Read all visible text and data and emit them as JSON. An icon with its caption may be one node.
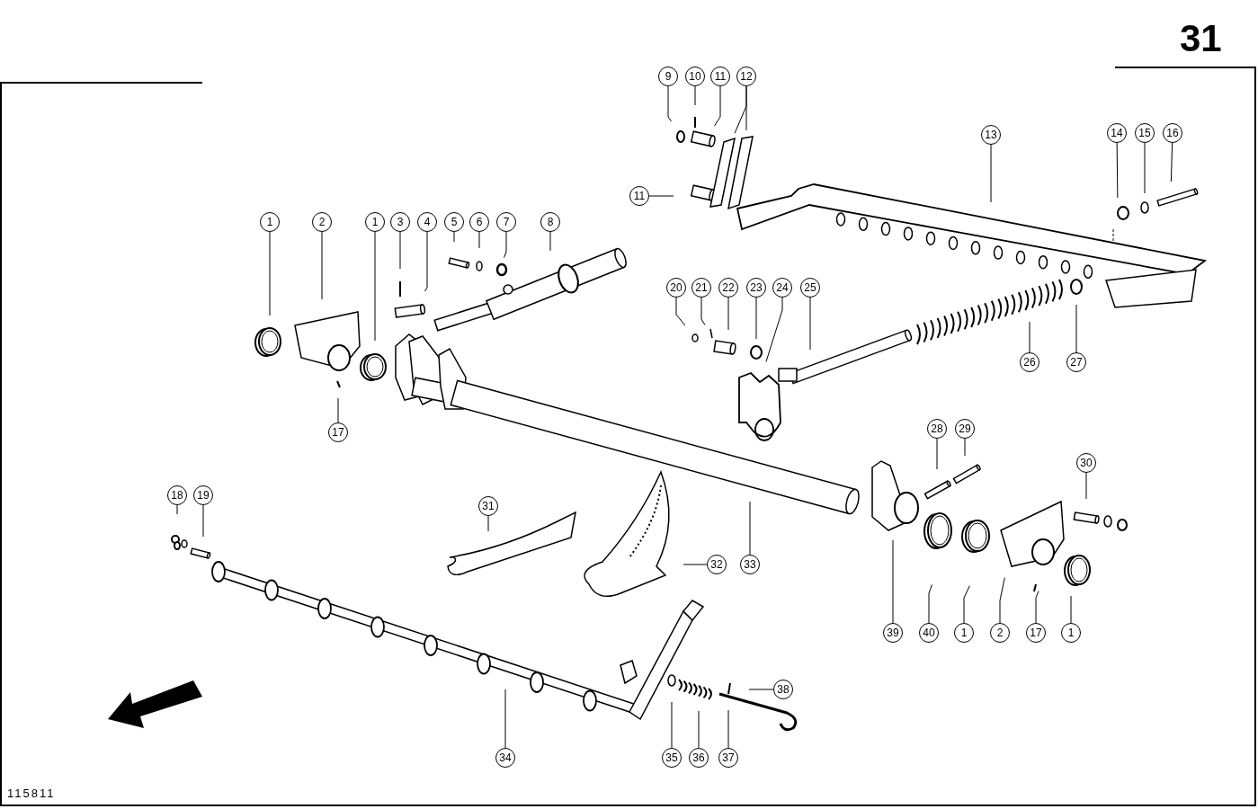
{
  "diagram": {
    "nodes": [
      {
        "text": [
          "9"
        ]
      },
      {
        "text": [
          "10"
        ]
      },
      {
        "text": [
          "11"
        ]
      },
      {
        "text": [
          "12"
        ]
      },
      {
        "text": [
          "13"
        ]
      },
      {
        "text": [
          "14"
        ]
      },
      {
        "text": [
          "15"
        ]
      },
      {
        "text": [
          "16"
        ]
      },
      {
        "text": [
          "11"
        ]
      },
      {
        "text": [
          "1"
        ]
      },
      {
        "text": [
          "2"
        ]
      },
      {
        "text": [
          "1"
        ]
      },
      {
        "text": [
          "3"
        ]
      },
      {
        "text": [
          "4"
        ]
      },
      {
        "text": [
          "5"
        ]
      },
      {
        "text": [
          "6"
        ]
      },
      {
        "text": [
          "7"
        ]
      },
      {
        "text": [
          "8"
        ]
      },
      {
        "text": [
          "20"
        ]
      },
      {
        "text": [
          "21"
        ]
      },
      {
        "text": [
          "22"
        ]
      },
      {
        "text": [
          "23"
        ]
      },
      {
        "text": [
          "24"
        ]
      },
      {
        "text": [
          "25"
        ]
      },
      {
        "text": [
          "26"
        ]
      },
      {
        "text": [
          "27"
        ]
      },
      {
        "text": [
          "17"
        ]
      },
      {
        "text": [
          "28"
        ]
      },
      {
        "text": [
          "29"
        ]
      },
      {
        "text": [
          "30"
        ]
      },
      {
        "text": [
          "18"
        ]
      },
      {
        "text": [
          "19"
        ]
      },
      {
        "text": [
          "31"
        ]
      },
      {
        "text": [
          "32"
        ]
      },
      {
        "text": [
          "33"
        ]
      },
      {
        "text": [
          "39"
        ]
      },
      {
        "text": [
          "40"
        ]
      },
      {
        "text": [
          "1"
        ]
      },
      {
        "text": [
          "2"
        ]
      },
      {
        "text": [
          "17"
        ]
      },
      {
        "text": [
          "1"
        ]
      },
      {
        "text": [
          "38"
        ]
      },
      {
        "text": [
          "34"
        ]
      },
      {
        "text": [
          "35"
        ]
      },
      {
        "text": [
          "36"
        ]
      },
      {
        "text": [
          "37"
        ]
      }
    ],
    "edges": [
      {
        "from": 0,
        "to": null,
        "arrow": "none"
      },
      {
        "from": 1,
        "to": null,
        "arrow": "none"
      },
      {
        "from": 2,
        "to": null,
        "arrow": "none"
      },
      {
        "from": 3,
        "to": null,
        "arrow": "none"
      },
      {
        "from": 3,
        "to": null,
        "arrow": "none"
      },
      {
        "from": 4,
        "to": null,
        "arrow": "none"
      },
      {
        "from": 5,
        "to": null,
        "arrow": "none"
      },
      {
        "from": 6,
        "to": null,
        "arrow": "none"
      },
      {
        "from": 7,
        "to": null,
        "arrow": "none"
      },
      {
        "from": 8,
        "to": null,
        "arrow": "none"
      },
      {
        "from": 9,
        "to": null,
        "arrow": "none"
      },
      {
        "from": 10,
        "to": null,
        "arrow": "none"
      },
      {
        "from": 11,
        "to": null,
        "arrow": "none"
      },
      {
        "from": 12,
        "to": null,
        "arrow": "none"
      },
      {
        "from": 13,
        "to": null,
        "arrow": "none"
      },
      {
        "from": 14,
        "to": null,
        "arrow": "none"
      },
      {
        "from": 15,
        "to": null,
        "arrow": "none"
      },
      {
        "from": 16,
        "to": null,
        "arrow": "none"
      },
      {
        "from": 17,
        "to": null,
        "arrow": "none"
      },
      {
        "from": 18,
        "to": null,
        "arrow": "none"
      },
      {
        "from": 19,
        "to": null,
        "arrow": "none"
      },
      {
        "from": 20,
        "to": null,
        "arrow": "none"
      },
      {
        "from": 21,
        "to": null,
        "arrow": "none"
      },
      {
        "from": 22,
        "to": null,
        "arrow": "none"
      },
      {
        "from": 23,
        "to": null,
        "arrow": "none"
      },
      {
        "from": 24,
        "to": null,
        "arrow": "none"
      },
      {
        "from": 25,
        "to": null,
        "arrow": "none"
      },
      {
        "from": 26,
        "to": null,
        "arrow": "none"
      },
      {
        "from": 27,
        "to": null,
        "arrow": "none"
      },
      {
        "from": 28,
        "to": null,
        "arrow": "none"
      },
      {
        "from": 29,
        "to": null,
        "arrow": "none"
      },
      {
        "from": 30,
        "to": null,
        "arrow": "none"
      },
      {
        "from": 31,
        "to": null,
        "arrow": "none"
      },
      {
        "from": 32,
        "to": null,
        "arrow": "none"
      },
      {
        "from": 33,
        "to": null,
        "arrow": "none"
      },
      {
        "from": 34,
        "to": null,
        "arrow": "none"
      },
      {
        "from": 35,
        "to": null,
        "arrow": "none"
      },
      {
        "from": 36,
        "to": null,
        "arrow": "none"
      },
      {
        "from": 37,
        "to": null,
        "arrow": "none"
      },
      {
        "from": 38,
        "to": null,
        "arrow": "none"
      },
      {
        "from": 39,
        "to": null,
        "arrow": "none"
      },
      {
        "from": 40,
        "to": null,
        "arrow": "none"
      },
      {
        "from": 41,
        "to": null,
        "arrow": "none"
      },
      {
        "from": 42,
        "to": null,
        "arrow": "none"
      },
      {
        "from": 43,
        "to": null,
        "arrow": "none"
      },
      {
        "from": 44,
        "to": null,
        "arrow": "none"
      },
      {
        "from": 45,
        "to": null,
        "arrow": "none"
      }
    ],
    "labels": [
      "31",
      "115811"
    ]
  }
}
